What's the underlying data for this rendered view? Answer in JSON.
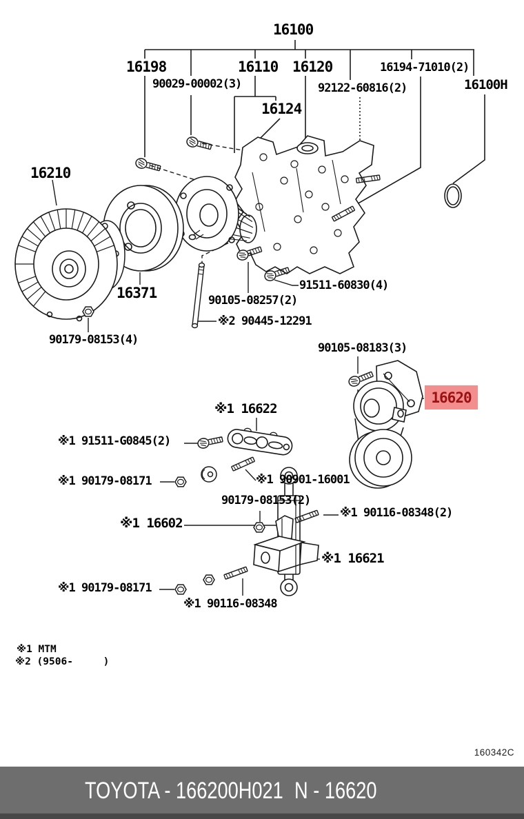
{
  "colors": {
    "line": "#1A1A1A",
    "highlight_bg": "#F28E8E",
    "highlight_fg": "#9B1111",
    "footer_bg": "#6E6E6E",
    "footer_fg": "#FFFFFF"
  },
  "labels": [
    {
      "text": "16100"
    },
    {
      "text": "16198"
    },
    {
      "text": "16110"
    },
    {
      "text": "16120"
    },
    {
      "text": "16194-71010(2)"
    },
    {
      "text": "90029-00002(3)"
    },
    {
      "text": "92122-60816(2)"
    },
    {
      "text": "16100H"
    },
    {
      "text": "16124"
    },
    {
      "text": "16210"
    },
    {
      "text": "16371"
    },
    {
      "text": "90179-08153(4)"
    },
    {
      "text": "91511-60830(4)"
    },
    {
      "text": "90105-08257(2)"
    },
    {
      "text": "※2 90445-12291"
    },
    {
      "text": "90105-08183(3)"
    },
    {
      "text": "※1 16622"
    },
    {
      "text": "※1 91511-G0845(2)"
    },
    {
      "text": "※1 90179-08171"
    },
    {
      "text": "※1 90901-16001"
    },
    {
      "text": "90179-08153(2)"
    },
    {
      "text": "※1 16602"
    },
    {
      "text": "※1 90116-08348(2)"
    },
    {
      "text": "※1 16621"
    },
    {
      "text": "※1 90179-08171"
    },
    {
      "text": "※1 90116-08348"
    }
  ],
  "highlight": {
    "label": "16620"
  },
  "notes": [
    {
      "text": "※1 MTM"
    },
    {
      "text": "※2 (9506-     )"
    }
  ],
  "page_code": "160342C",
  "footer": {
    "left": "TOYOTA - 166200H021",
    "right": "N - 16620"
  }
}
